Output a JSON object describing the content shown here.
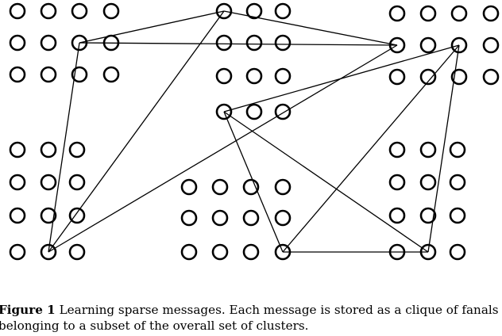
{
  "diagram": {
    "stroke_color": "#000000",
    "background_color": "#ffffff"
  },
  "caption": {
    "label": "Figure 1",
    "line1": "Learning sparse messages. Each message is stored as a clique of fanals",
    "line2": "belonging to a subset of the overall set of clusters."
  }
}
